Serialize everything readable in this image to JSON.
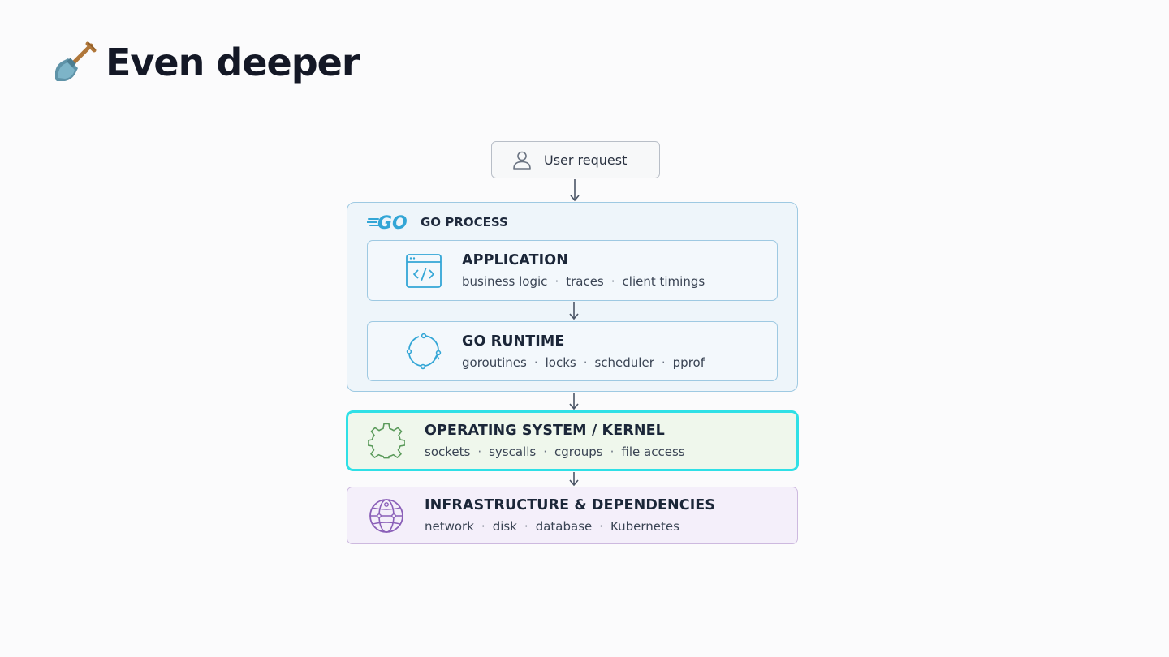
{
  "slide": {
    "title": "Even deeper",
    "title_icon": "shovel-icon"
  },
  "diagram": {
    "user_request": {
      "label": "User request",
      "icon": "user-icon"
    },
    "go_process": {
      "label": "GO PROCESS",
      "logo_text": "GO",
      "icon": "go-logo",
      "color": "#9ec9e2"
    },
    "layers": {
      "application": {
        "title": "APPLICATION",
        "icon": "code-window-icon",
        "items": [
          "business logic",
          "traces",
          "client timings"
        ]
      },
      "runtime": {
        "title": "GO RUNTIME",
        "icon": "cycle-icon",
        "items": [
          "goroutines",
          "locks",
          "scheduler",
          "pprof"
        ]
      },
      "os": {
        "title": "OPERATING SYSTEM / KERNEL",
        "icon": "gear-icon",
        "items": [
          "sockets",
          "syscalls",
          "cgroups",
          "file access"
        ],
        "highlight_color": "#2fe0e6"
      },
      "infrastructure": {
        "title": "INFRASTRUCTURE & DEPENDENCIES",
        "icon": "globe-icon",
        "items": [
          "network",
          "disk",
          "database",
          "Kubernetes"
        ]
      }
    },
    "separator": "·"
  },
  "colors": {
    "go_blue": "#33a6d6",
    "os_green": "#5a9a5a",
    "infra_purple": "#8a5fb8",
    "highlight": "#2fe0e6"
  }
}
